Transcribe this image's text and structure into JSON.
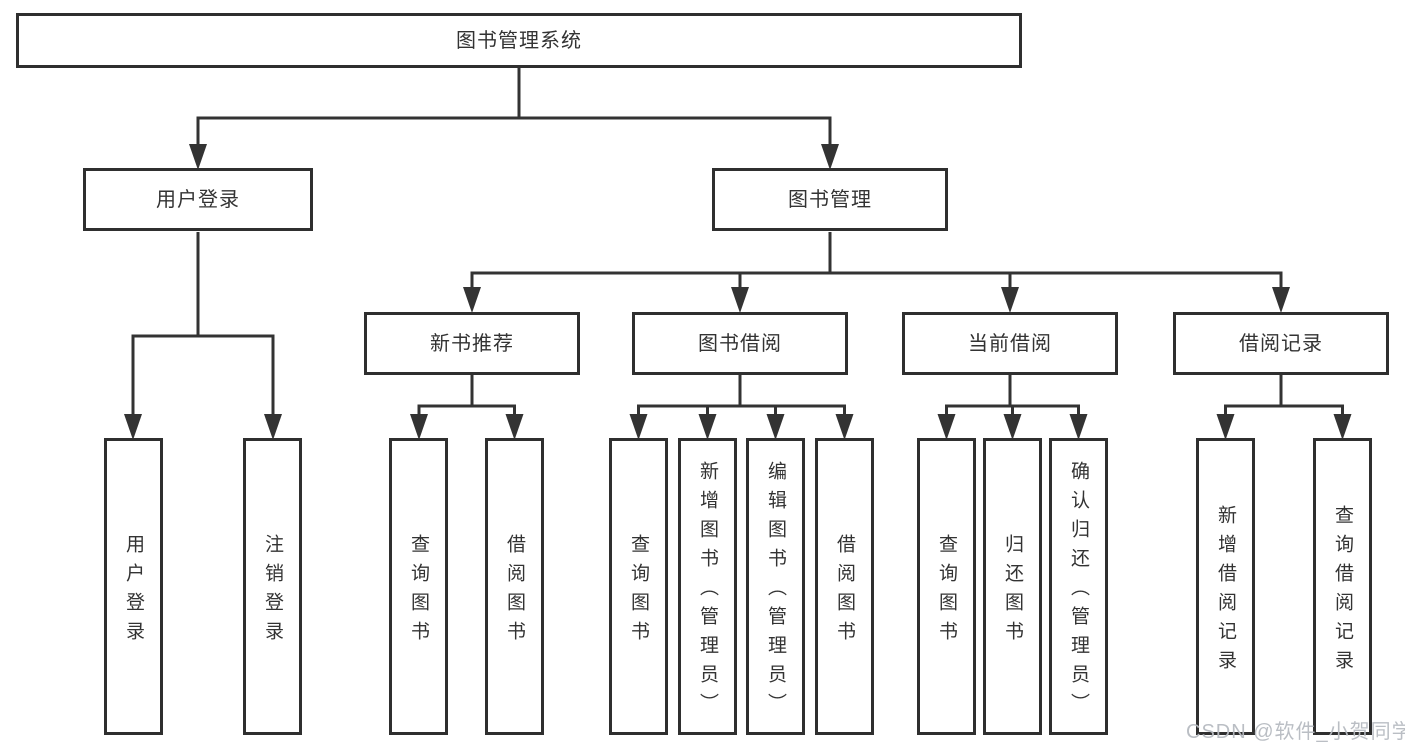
{
  "tree": {
    "root": {
      "label": "图书管理系统",
      "children": [
        {
          "label": "用户登录",
          "children": [
            {
              "label": "用户登录"
            },
            {
              "label": "注销登录"
            }
          ]
        },
        {
          "label": "图书管理",
          "children": [
            {
              "label": "新书推荐",
              "children": [
                {
                  "label": "查询图书"
                },
                {
                  "label": "借阅图书"
                }
              ]
            },
            {
              "label": "图书借阅",
              "children": [
                {
                  "label": "查询图书"
                },
                {
                  "label": "新增图书（管理员）"
                },
                {
                  "label": "编辑图书（管理员）"
                },
                {
                  "label": "借阅图书"
                }
              ]
            },
            {
              "label": "当前借阅",
              "children": [
                {
                  "label": "查询图书"
                },
                {
                  "label": "归还图书"
                },
                {
                  "label": "确认归还（管理员）"
                }
              ]
            },
            {
              "label": "借阅记录",
              "children": [
                {
                  "label": "新增借阅记录"
                },
                {
                  "label": "查询借阅记录"
                }
              ]
            }
          ]
        }
      ]
    }
  },
  "watermark": {
    "text": "CSDN @软件_小贺同学"
  },
  "colors": {
    "line": "#333333",
    "text": "#333333",
    "box_background": "#ffffff",
    "page_background": "#ffffff",
    "watermark": "#b7bbc1"
  }
}
